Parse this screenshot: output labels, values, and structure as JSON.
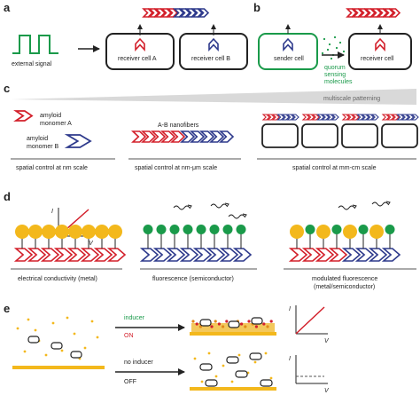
{
  "panels": {
    "a": "a",
    "b": "b",
    "c": "c",
    "d": "d",
    "e": "e"
  },
  "a": {
    "external_signal": "external signal",
    "receiver_a": "receiver cell A",
    "receiver_b": "receiver cell B"
  },
  "b": {
    "sender": "sender cell",
    "quorum_1": "quorum",
    "quorum_2": "sensing",
    "quorum_3": "molecules",
    "receiver": "receiver cell"
  },
  "c": {
    "multiscale": "multiscale patterning",
    "monomer_a_1": "amyloid",
    "monomer_a_2": "monomer A",
    "monomer_b_1": "amyloid",
    "monomer_b_2": "monomer B",
    "nanofibers": "A-B nanofibers",
    "scale_nm": "spatial control at nm scale",
    "scale_nm_um": "spatial control at nm-μm scale",
    "scale_mm_cm": "spatial control at mm-cm scale"
  },
  "d": {
    "axis_i": "I",
    "axis_v": "V",
    "conductivity": "electrical conductivity (metal)",
    "fluorescence": "fluorescence (semiconductor)",
    "modulated_1": "modulated fluorescence",
    "modulated_2": "(metal/semiconductor)"
  },
  "e": {
    "inducer": "inducer",
    "on": "ON",
    "no_inducer": "no inducer",
    "off": "OFF",
    "axis_i": "I",
    "axis_v": "V"
  },
  "colors": {
    "red": "#d3202b",
    "blue": "#2e3a8c",
    "green": "#1a9a4a",
    "gold": "#f3b81c",
    "gray": "#666666"
  }
}
